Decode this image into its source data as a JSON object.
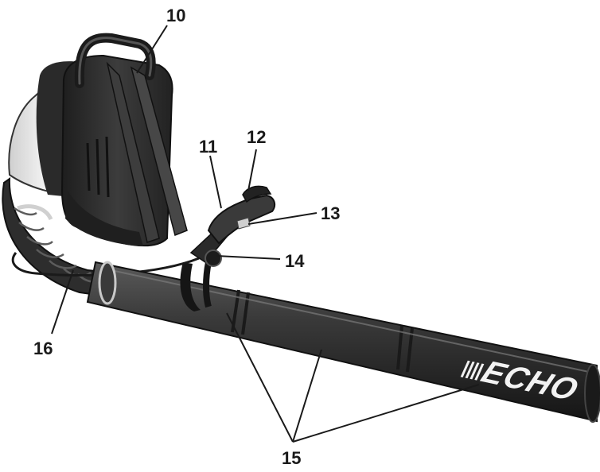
{
  "figure": {
    "brand_text": "ECHO",
    "callouts": {
      "c10": "10",
      "c11": "11",
      "c12": "12",
      "c13": "13",
      "c14": "14",
      "c15": "15",
      "c16": "16"
    }
  },
  "colors": {
    "body_dark": "#2b2b2b",
    "body_mid": "#4a4a4a",
    "body_light": "#6e6e6e",
    "shroud_white": "#e8e8e8",
    "text": "#1a1a1a",
    "background": "#ffffff"
  }
}
